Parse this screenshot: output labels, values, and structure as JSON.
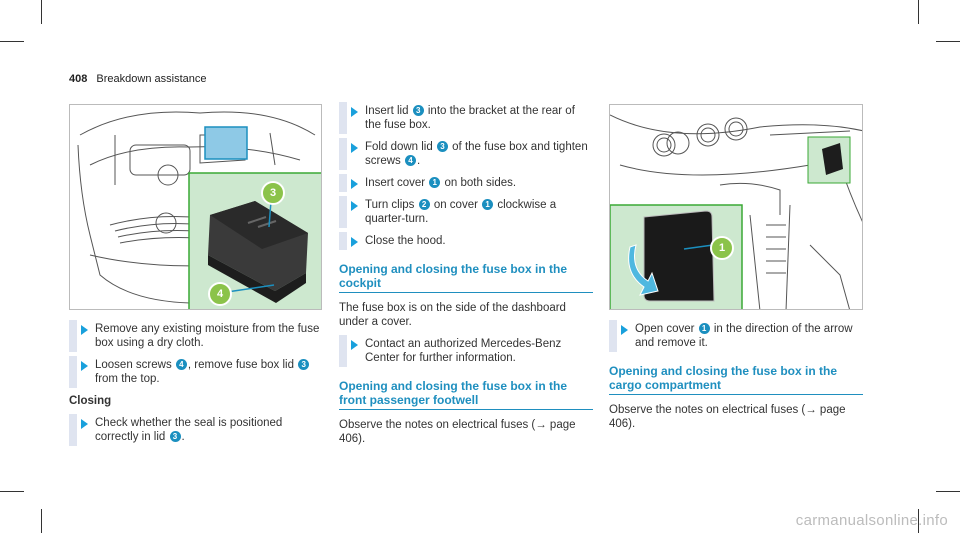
{
  "header": {
    "page_number": "408",
    "section": "Breakdown assistance"
  },
  "figure1": {
    "callouts": [
      "3",
      "4"
    ]
  },
  "figure3": {
    "callouts": [
      "1"
    ]
  },
  "col1": {
    "step1_text": "Remove any existing moisture from the fuse box using a dry cloth.",
    "step2_a": "Loosen screws ",
    "step2_n1": "4",
    "step2_b": ", remove fuse box lid ",
    "step2_n2": "3",
    "step2_c": " from the top.",
    "closing": "Closing",
    "step3_a": "Check whether the seal is positioned correctly in lid ",
    "step3_n1": "3",
    "step3_b": "."
  },
  "col2": {
    "s1_a": "Insert lid ",
    "s1_n1": "3",
    "s1_b": " into the bracket at the rear of the fuse box.",
    "s2_a": "Fold down lid ",
    "s2_n1": "3",
    "s2_b": " of the fuse box and tighten screws ",
    "s2_n2": "4",
    "s2_c": ".",
    "s3_a": "Insert cover ",
    "s3_n1": "1",
    "s3_b": " on both sides.",
    "s4_a": "Turn clips ",
    "s4_n1": "2",
    "s4_b": " on cover ",
    "s4_n2": "1",
    "s4_c": " clockwise a quarter-turn.",
    "s5": "Close the hood.",
    "heading1": "Opening and closing the fuse box in the cockpit",
    "para1": "The fuse box is on the side of the dashboard under a cover.",
    "s6": "Contact an authorized Mercedes-Benz Center for further information.",
    "heading2": "Opening and closing the fuse box in the front passenger footwell",
    "para2": "Observe the notes on electrical fuses (→ page 406)."
  },
  "col3": {
    "s1_a": "Open cover ",
    "s1_n1": "1",
    "s1_b": " in the direction of the arrow and remove it.",
    "heading": "Opening and closing the fuse box in the cargo compartment",
    "para": "Observe the notes on electrical fuses (→ page 406)."
  },
  "watermark": "carmanualsonline.info",
  "colors": {
    "accent": "#1f8fbf",
    "callout": "#1b8fbf",
    "green": "#3aa935",
    "bullet": "#19a0dc"
  }
}
